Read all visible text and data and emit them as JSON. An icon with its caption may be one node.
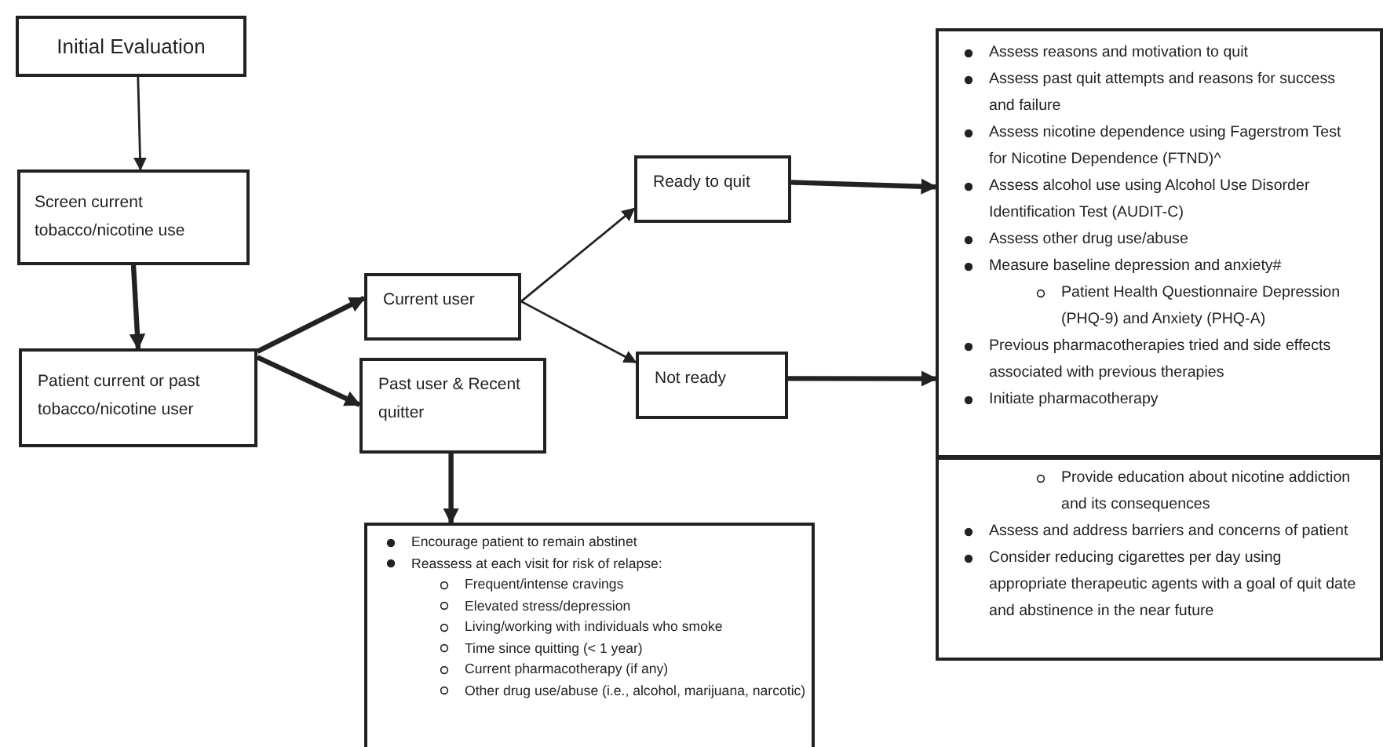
{
  "diagram": {
    "nodes": [
      {
        "text": [
          "Initial Evaluation"
        ]
      },
      {
        "text": [
          "Screen current tobacco/nicotine use"
        ]
      },
      {
        "text": [
          "Patient current or past tobacco/nicotine user"
        ]
      },
      {
        "text": [
          "Current user"
        ]
      },
      {
        "text": [
          "Past user & Recent quitter"
        ]
      },
      {
        "text": [
          "Ready to quit"
        ]
      },
      {
        "text": [
          "Not ready"
        ]
      },
      {
        "text": [
          "Assess reasons and motivation to quit",
          "Assess past quit attempts and reasons for success and failure",
          "Assess nicotine dependence using Fagerstrom Test for Nicotine Dependence (FTND)^",
          "Assess alcohol use using Alcohol Use Disorder Identification Test (AUDIT-C)",
          "Assess other drug use/abuse",
          "Measure baseline depression and anxiety#",
          "Patient Health Questionnaire Depression (PHQ-9) and Anxiety (PHQ-A)",
          "Previous pharmacotherapies tried and side effects associated with previous therapies",
          "Initiate pharmacotherapy"
        ]
      },
      {
        "text": [
          "Provide education about nicotine addiction and its consequences",
          "Assess and address barriers and concerns of patient",
          "Consider reducing cigarettes per day using appropriate therapeutic agents with a goal of quit date and abstinence in the near future"
        ]
      },
      {
        "text": [
          "Encourage patient to remain abstinet",
          "Reassess at each visit for risk of relapse:",
          "Frequent/intense cravings",
          "Elevated stress/depression",
          "Living/working with individuals who smoke",
          "Time since quitting (< 1 year)",
          "Current pharmacotherapy (if any)",
          "Other drug use/abuse (i.e., alcohol, marijuana, narcotic)"
        ]
      }
    ],
    "edges": [
      {
        "from": 0,
        "to": 1,
        "arrow": "to"
      },
      {
        "from": 1,
        "to": 2,
        "arrow": "to"
      },
      {
        "from": 2,
        "to": 3,
        "arrow": "to"
      },
      {
        "from": 2,
        "to": 4,
        "arrow": "to"
      },
      {
        "from": 3,
        "to": 5,
        "arrow": "to"
      },
      {
        "from": 3,
        "to": 6,
        "arrow": "to"
      },
      {
        "from": 5,
        "to": 7,
        "arrow": "to"
      },
      {
        "from": 6,
        "to": 7,
        "arrow": "to"
      },
      {
        "from": 4,
        "to": 9,
        "arrow": "to"
      }
    ]
  }
}
